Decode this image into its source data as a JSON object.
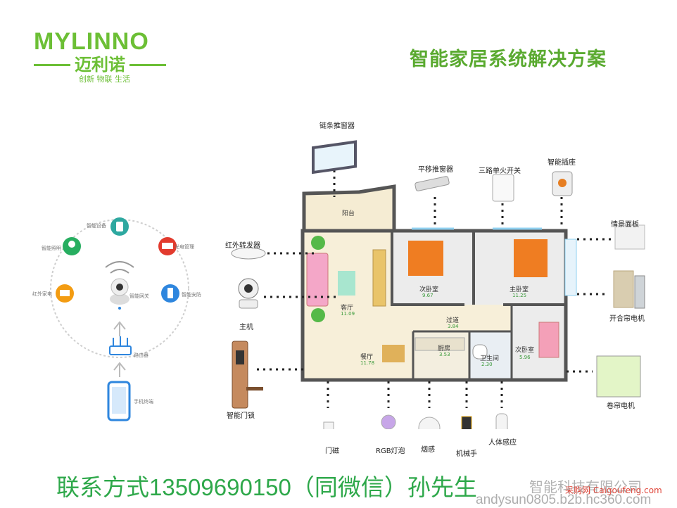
{
  "brand": {
    "name": "MYLINNO",
    "cn_name": "迈利诺",
    "slogan": "创新 物联 生活"
  },
  "title": "智能家居系统解决方案",
  "hub": {
    "ring_labels": [
      "智能设备",
      "智能照明",
      "光电管理",
      "智能网关",
      "红外家电",
      "智能安防"
    ],
    "router_label": "路由器",
    "phone_label": "手机终端"
  },
  "devices": {
    "chain_window": "链条推窗器",
    "sliding_window": "平移推窗器",
    "switch": "三路单火开关",
    "socket": "智能插座",
    "scene_panel": "情景面板",
    "ir_transmitter": "红外转发器",
    "host": "主机",
    "curtain_motor": "开合帘电机",
    "door_lock": "智能门锁",
    "roller_motor": "卷帘电机",
    "door_sensor": "门磁",
    "rgb_bulb": "RGB灯泡",
    "smoke": "烟感",
    "manipulator": "机械手",
    "body_sensor": "人体感应"
  },
  "rooms": {
    "balcony": "阳台",
    "living": {
      "name": "客厅",
      "area": "11.09"
    },
    "second_bed": {
      "name": "次卧室",
      "area": "9.67"
    },
    "master_bed": {
      "name": "主卧室",
      "area": "11.25"
    },
    "corridor": {
      "name": "过道",
      "area": "3.84"
    },
    "dining": {
      "name": "餐厅",
      "area": "11.78"
    },
    "kitchen": {
      "name": "厨房",
      "area": "3.53"
    },
    "bathroom": {
      "name": "卫生间",
      "area": "2.30"
    },
    "third_bed": {
      "name": "次卧室",
      "area": "5.96"
    }
  },
  "footer": {
    "contact": "联系方式13509690150（同微信）孙先生",
    "company": "智能科技有限公司",
    "watermark_cn": "采购网 Caigoufeng.com",
    "watermark_url": "andysun0805.b2b.hc360.com"
  },
  "colors": {
    "brand_green": "#6cbf35",
    "contact_green": "#2ea84a",
    "plan_floor": "#f7efd9",
    "dots": "#222222"
  }
}
